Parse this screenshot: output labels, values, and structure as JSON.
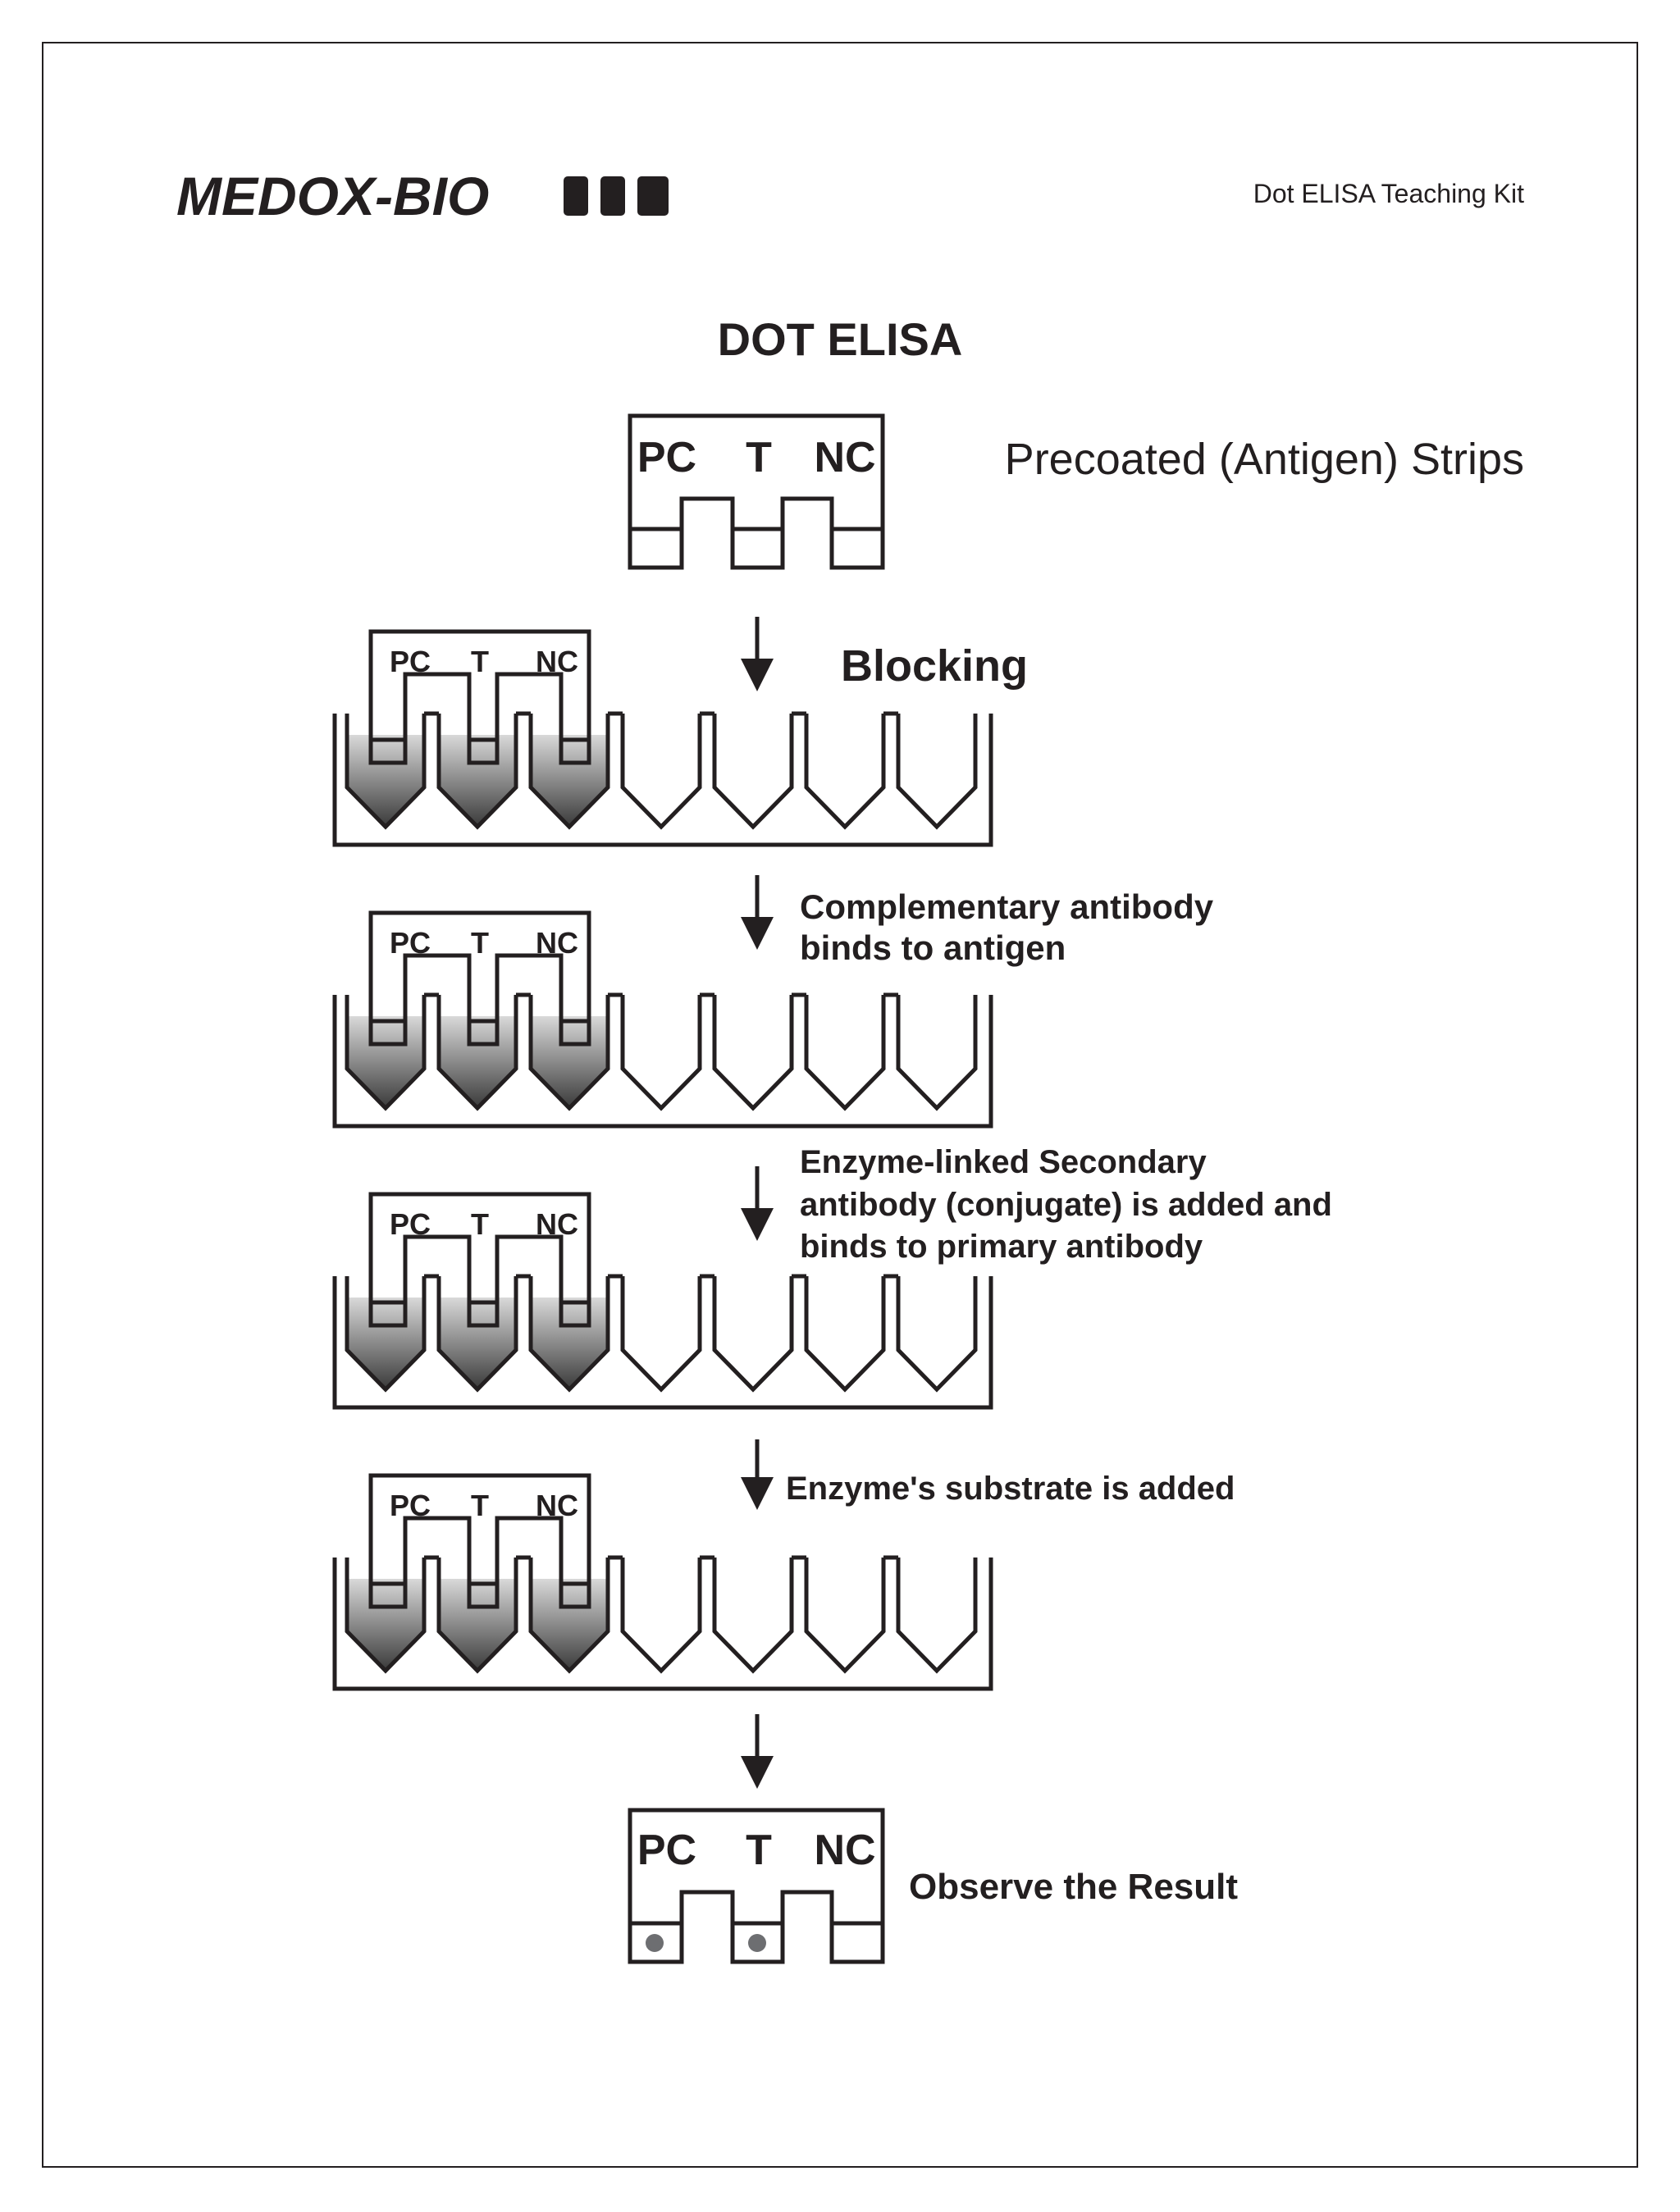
{
  "header": {
    "logo": "MEDOX-BIO",
    "kit_name": "Dot ELISA Teaching Kit"
  },
  "diagram": {
    "title": "DOT ELISA",
    "strip_labels": {
      "pc": "PC",
      "t": "T",
      "nc": "NC"
    },
    "initial_strip_caption": "Precoated (Antigen) Strips",
    "steps": [
      {
        "lines": [
          "Blocking"
        ]
      },
      {
        "lines": [
          "Complementary antibody",
          "binds to antigen"
        ]
      },
      {
        "lines": [
          "Enzyme-linked Secondary",
          "antibody (conjugate) is added and",
          "binds to primary antibody"
        ]
      },
      {
        "lines": [
          "Enzyme's substrate is added"
        ]
      }
    ],
    "result_caption": "Observe the Result",
    "result_dots": {
      "pc": true,
      "t": true,
      "nc": false
    },
    "colors": {
      "ink": "#231f20",
      "well_fill_dark": "#3a3a3a",
      "well_fill_light": "#d9d9d9",
      "dot": "#6d6e71"
    }
  }
}
